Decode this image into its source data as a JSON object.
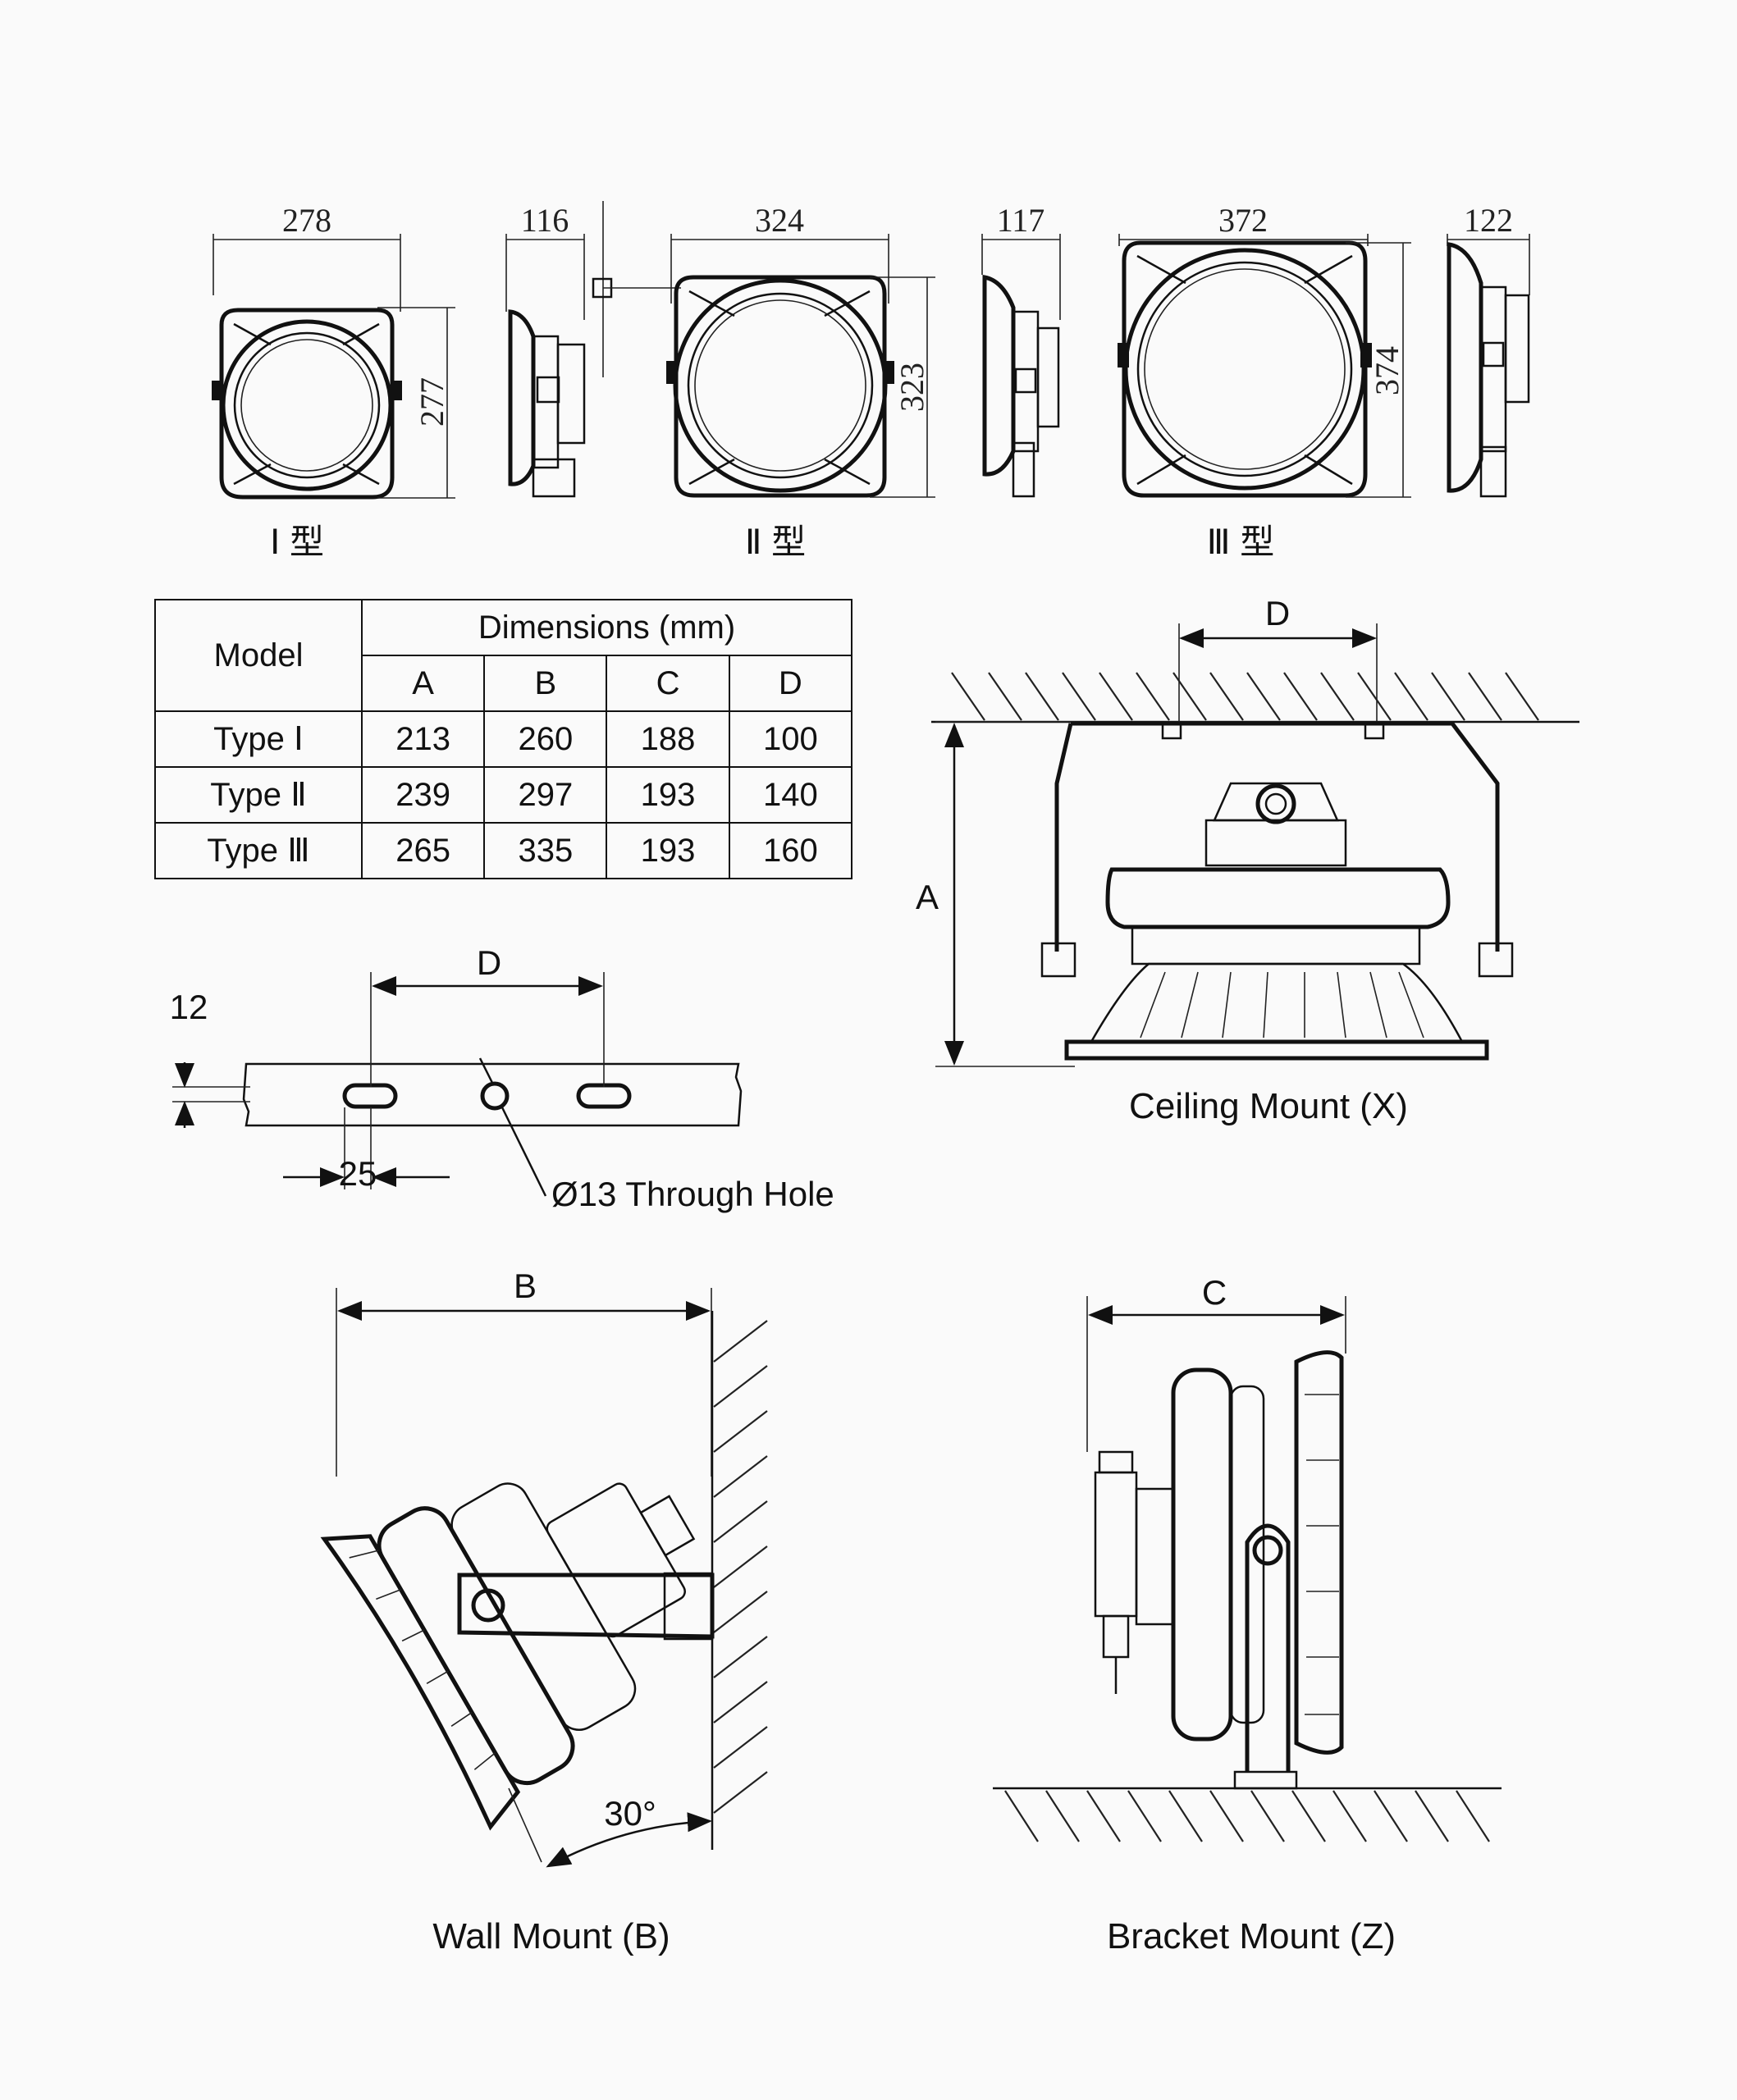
{
  "top_views": {
    "type1": {
      "width": "278",
      "depth": "116",
      "height": "277",
      "label": "Ⅰ 型"
    },
    "type2": {
      "width": "324",
      "height": "323",
      "label": "Ⅱ 型"
    },
    "type2_side": {
      "depth": "117"
    },
    "type3": {
      "width": "372",
      "height": "374",
      "label": "Ⅲ 型"
    },
    "type3_side": {
      "depth": "122"
    }
  },
  "table": {
    "header_model": "Model",
    "header_group": "Dimensions (mm)",
    "columns": [
      "A",
      "B",
      "C",
      "D"
    ],
    "rows": [
      {
        "model": "Type Ⅰ",
        "values": [
          "213",
          "260",
          "188",
          "100"
        ]
      },
      {
        "model": "Type Ⅱ",
        "values": [
          "239",
          "297",
          "193",
          "140"
        ]
      },
      {
        "model": "Type Ⅲ",
        "values": [
          "265",
          "335",
          "193",
          "160"
        ]
      }
    ]
  },
  "bracket_detail": {
    "d_label": "D",
    "thickness": "12",
    "slot_offset": "25",
    "hole_note": "Ø13 Through Hole"
  },
  "ceiling_mount": {
    "d_label": "D",
    "a_label": "A",
    "caption": "Ceiling Mount (X)"
  },
  "wall_mount": {
    "b_label": "B",
    "angle": "30°",
    "caption": "Wall Mount (B)"
  },
  "bracket_mount": {
    "c_label": "C",
    "caption": "Bracket Mount (Z)"
  }
}
